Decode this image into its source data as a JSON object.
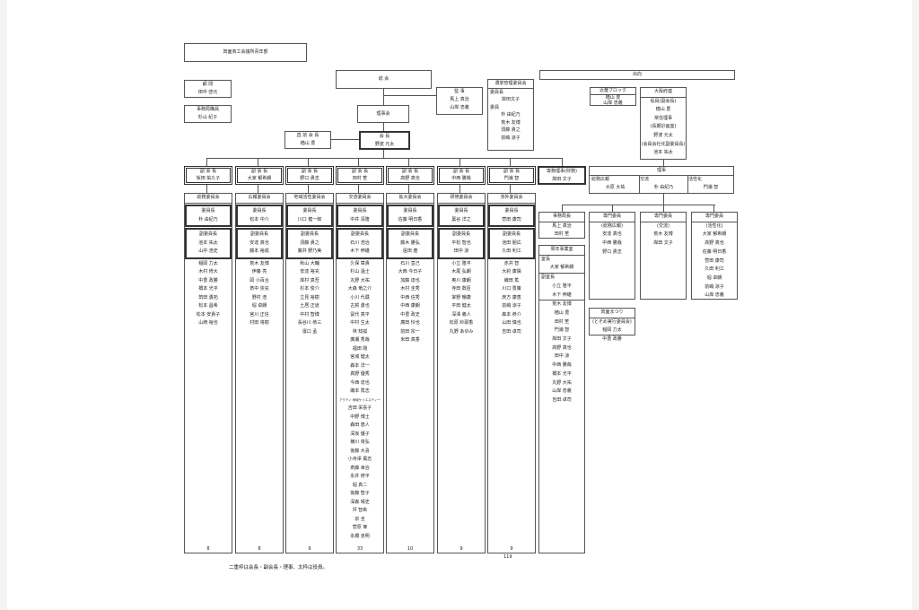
{
  "title": "箕面商工会議所青年部",
  "advisor": {
    "label": "顧 問",
    "name": "田中 啓元"
  },
  "staff": {
    "label": "事務局職員",
    "name": "杉山 紀子"
  },
  "general": "総 会",
  "auditor": {
    "label": "監 事",
    "names": [
      "馬上 真治",
      "山岸 忠義"
    ]
  },
  "board": "理事会",
  "past_pres": {
    "label": "直 前 会 長",
    "name": "楢山 豊"
  },
  "president": {
    "label": "会 長",
    "name": "野波 元太"
  },
  "election": {
    "label": "選挙管理委員会",
    "chair_label": "委員長",
    "chair": "岸田文子",
    "member_label": "委員",
    "members": [
      "朴 由紀乃",
      "荒木 友博",
      "須藤 貴之",
      "前嶋 涼子"
    ]
  },
  "secondment": "出向",
  "kinki": {
    "label": "近畿ブロック",
    "names": [
      "楢山 豊",
      "山岸 忠義"
    ]
  },
  "osaka": {
    "label": "大阪府連",
    "lines": [
      "役員(副会長)",
      "楢山 豊",
      "常任理事",
      "(長期計画室)",
      "野波 元太",
      "(会員会社化副委員長)",
      "池本 祐太"
    ]
  },
  "vps": [
    {
      "label": "副 会 長",
      "name": "坂田 佑久子"
    },
    {
      "label": "副 会 長",
      "name": "大家 郁希朗"
    },
    {
      "label": "副 会 長",
      "name": "野口 貴志"
    },
    {
      "label": "副 会 長",
      "name": "田村 笙"
    },
    {
      "label": "副 会 長",
      "name": "高野 真也"
    },
    {
      "label": "副 会 長",
      "name": "中西 勝哉"
    },
    {
      "label": "副 会 長",
      "name": "門浦 智"
    }
  ],
  "exec_director": {
    "label": "専務理事(財務)",
    "name": "岸田 文子"
  },
  "directors": {
    "label": "理事",
    "cells": [
      {
        "label": "総務広報",
        "name": "大原 大祐"
      },
      {
        "label": "交流",
        "name": "朴 由紀乃"
      },
      {
        "label": "活性化",
        "name": "門浦 智"
      }
    ]
  },
  "committees": [
    {
      "name": "総務委員会",
      "chair_label": "委員長",
      "chair": "朴 由紀乃",
      "vice_label": "副委員長",
      "vices": [
        "池本 祐太",
        "山中 浩史"
      ],
      "members": [
        "稲岡 力太",
        "木村 修大",
        "中豊 政勝",
        "橋本 光平",
        "筑田 勇拓",
        "松本 昌希",
        "松本 安貴子",
        "山崎 裕也"
      ],
      "count": "8"
    },
    {
      "name": "広報委員会",
      "chair_label": "委員長",
      "chair": "松本 中介",
      "vice_label": "副委員長",
      "vices": [
        "安達 真也",
        "藤本 裕成"
      ],
      "members": [
        "荒木 友博",
        "伊藤 亮",
        "岡 小百合",
        "斎中 崇充",
        "野村 浩",
        "堀 卓朗",
        "宮川 正信",
        "村田 将樹"
      ],
      "count": "8"
    },
    {
      "name": "地域活性委員会",
      "chair_label": "委員長",
      "chair": "川口 健一郎",
      "vice_label": "副委員長",
      "vices": [
        "須藤 貴之",
        "藤井 野乃美"
      ],
      "members": [
        "秋山 大輔",
        "安達 裕充",
        "岸村 真吾",
        "杉本 俊介",
        "立見 裕樹",
        "土居 正道",
        "中村 智博",
        "長谷川 恭三",
        "濱口 孟"
      ],
      "count": "9"
    },
    {
      "name": "交流委員会",
      "chair_label": "委員長",
      "chair": "中井 清隆",
      "vice_label": "副委員長",
      "vices": [
        "石川 浩治",
        "木下 伸雄"
      ],
      "members": [
        "久保 章貴",
        "杉山 温士",
        "丸野 大祐",
        "大森 竜之介",
        "小川 代蔵",
        "古賀 勇也",
        "冨代 真平",
        "中村 生太",
        "林 知孤",
        "廣瀬 秀哉",
        "福田 剛",
        "宮城 健太",
        "森本 洋一",
        "真野 優秀",
        "今西 達也",
        "磯本 篤志",
        "アクティ 地域ケイエスティー",
        "吉田 栄喜子",
        "中野 博士",
        "森田 恵人",
        "深坂 優子",
        "横川 将弘",
        "後藤 大喜",
        "小寺澤 風志",
        "斎藤 幸治",
        "永井 修平",
        "堀 真二",
        "後藤 智子",
        "深森 晴史",
        "坪 智希",
        "宗 圭",
        "菅原 琢",
        "永橋 克明"
      ],
      "count": "33"
    },
    {
      "name": "拡大委員会",
      "chair_label": "委員長",
      "chair": "佐藤 明日香",
      "vice_label": "副委員長",
      "vices": [
        "藤木 勝弘",
        "遠田 遼"
      ],
      "members": [
        "石川 亘己",
        "大西 今日子",
        "加藤 達也",
        "木村 圭秀",
        "中西 信秀",
        "中西 康朗",
        "中豊 政史",
        "廣田 怜也",
        "前田 宗一",
        "米田 真香"
      ],
      "count": "10"
    },
    {
      "name": "研修委員会",
      "chair_label": "委員長",
      "chair": "葉谷 洋之",
      "vice_label": "副委員長",
      "vices": [
        "平松 智也",
        "田中 涼"
      ],
      "members": [
        "小立 隆平",
        "木尾 弘朗",
        "奥川 康朗",
        "寺田 数臣",
        "掌野 暢康",
        "平田 健太",
        "深澤 義人",
        "松原 紗耶香",
        "丸野 あゆみ"
      ],
      "count": "9"
    },
    {
      "name": "渉外委員会",
      "chair_label": "委員長",
      "chair": "菅田 康司",
      "vice_label": "副委員長",
      "vices": [
        "池田 朋広",
        "久田 利江"
      ],
      "members": [
        "赤井 智",
        "大釣 康陽",
        "織田 篤",
        "川口 豊策",
        "庶方 康恵",
        "前嶋 涼子",
        "森本 恭介",
        "山田 慎也",
        "吉田 卓司"
      ],
      "count": "9"
    }
  ],
  "secretariat": {
    "label": "事務局長",
    "names": [
      "馬上 真治",
      "田村 笙"
    ]
  },
  "specialists": [
    {
      "label": "専門委員",
      "sub": "(総務広報)",
      "names": [
        "安達 真也",
        "中西 勝哉",
        "野口 貴志"
      ]
    },
    {
      "label": "専門委員",
      "sub": "(交流)",
      "names": [
        "荒木 友博",
        "岸田 文子"
      ]
    },
    {
      "label": "専門委員",
      "sub": "(活性化)",
      "names": [
        "大家 郁希朗",
        "高野 真也",
        "佐藤 明日香",
        "菅田 康司",
        "久田 利江",
        "堀 卓朗",
        "前嶋 涼子",
        "山岸 忠義"
      ]
    }
  ],
  "anniversary": {
    "label": "周年事業室",
    "head_label": "室長",
    "head": "大家 郁希朗",
    "vice_label": "副室長",
    "vices": [
      "小立 隆平",
      "木下 伸雄"
    ],
    "members": [
      "荒木 友博",
      "楢山 豊",
      "田村 笙",
      "門浦 智",
      "岸田 文子",
      "高野 真也",
      "田中 涼",
      "中西 勝哉",
      "橋本 光平",
      "丸野 大祐",
      "山岸 忠義",
      "吉田 卓司"
    ]
  },
  "festival": {
    "label": "箕面まつり",
    "sub": "(とそめ実行委員会)",
    "names": [
      "稲岡 力太",
      "中豊 政勝"
    ]
  },
  "total": "119",
  "footnote": "二重枠は会長・副会長・理事、太枠は役員。"
}
